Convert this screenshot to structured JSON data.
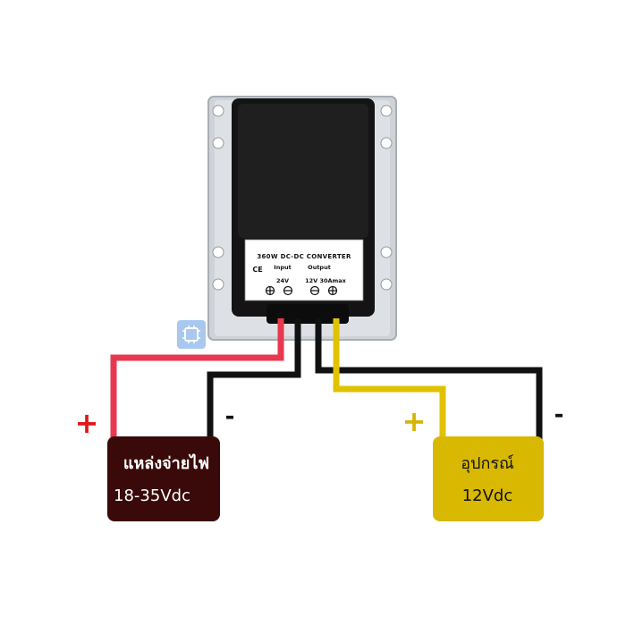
{
  "converter": {
    "title": "360W DC-DC CONVERTER",
    "input_label": "Input",
    "output_label": "Output",
    "input_voltage": "24V",
    "output_rating": "12V 30Amax",
    "ce_mark": "CE"
  },
  "source": {
    "line1": "แหล่งจ่ายไฟ",
    "line2": "18-35Vdc",
    "plus": "+",
    "minus": "-"
  },
  "device": {
    "line1": "อุปกรณ์",
    "line2": "12Vdc",
    "plus": "+",
    "minus": "-"
  },
  "colors": {
    "source_box": "#3a0a0a",
    "device_box": "#d8b800",
    "wire_red": "#e8384f",
    "wire_black": "#111111",
    "wire_yellow": "#e1c200",
    "plus_red": "#e01818",
    "plus_yellow": "#d6b400"
  }
}
